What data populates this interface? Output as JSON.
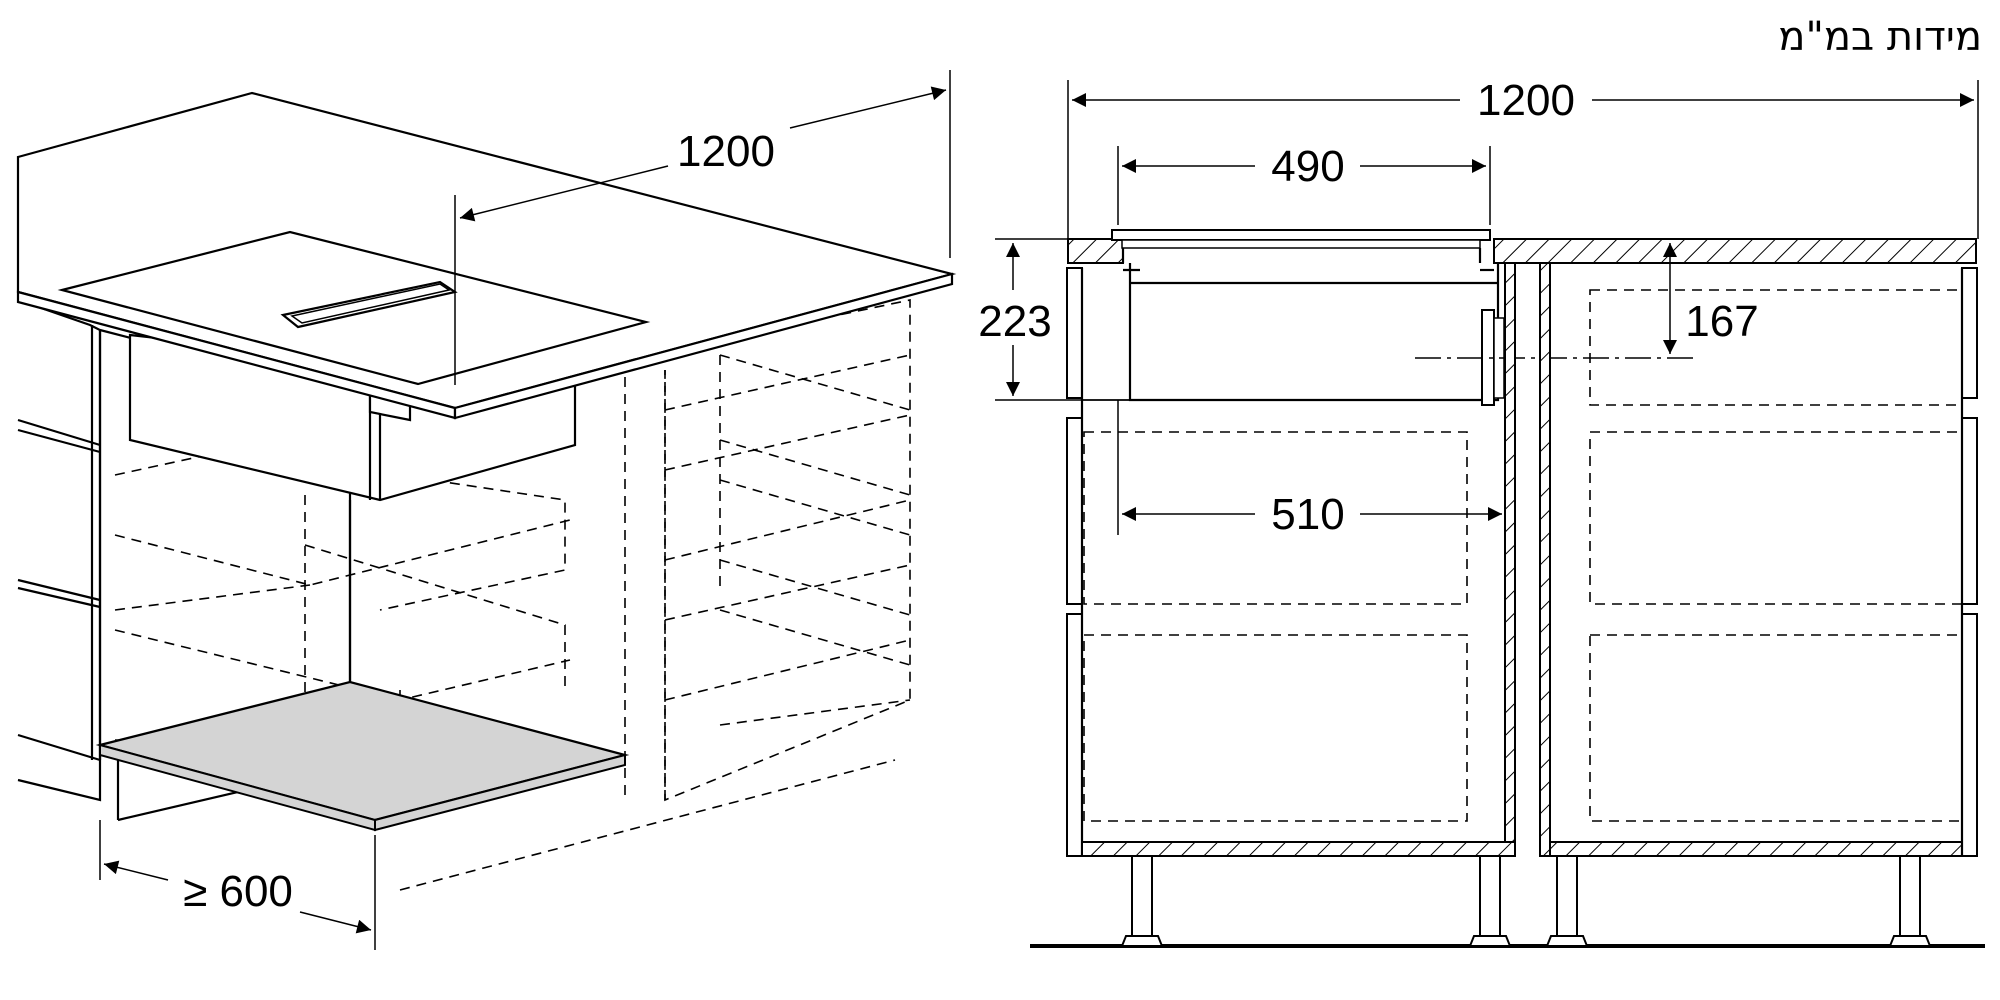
{
  "units_label": "מידות במ\"מ",
  "perspective_view": {
    "width_label": "1200",
    "depth_label": "≥ 600"
  },
  "section_view": {
    "overall_width_label": "1200",
    "hob_width_label": "490",
    "duct_width_label": "510",
    "hob_height_label": "223",
    "outlet_height_label": "167"
  },
  "colors": {
    "line": "#000000",
    "shelf_fill": "#d4d4d4",
    "background": "#ffffff"
  }
}
